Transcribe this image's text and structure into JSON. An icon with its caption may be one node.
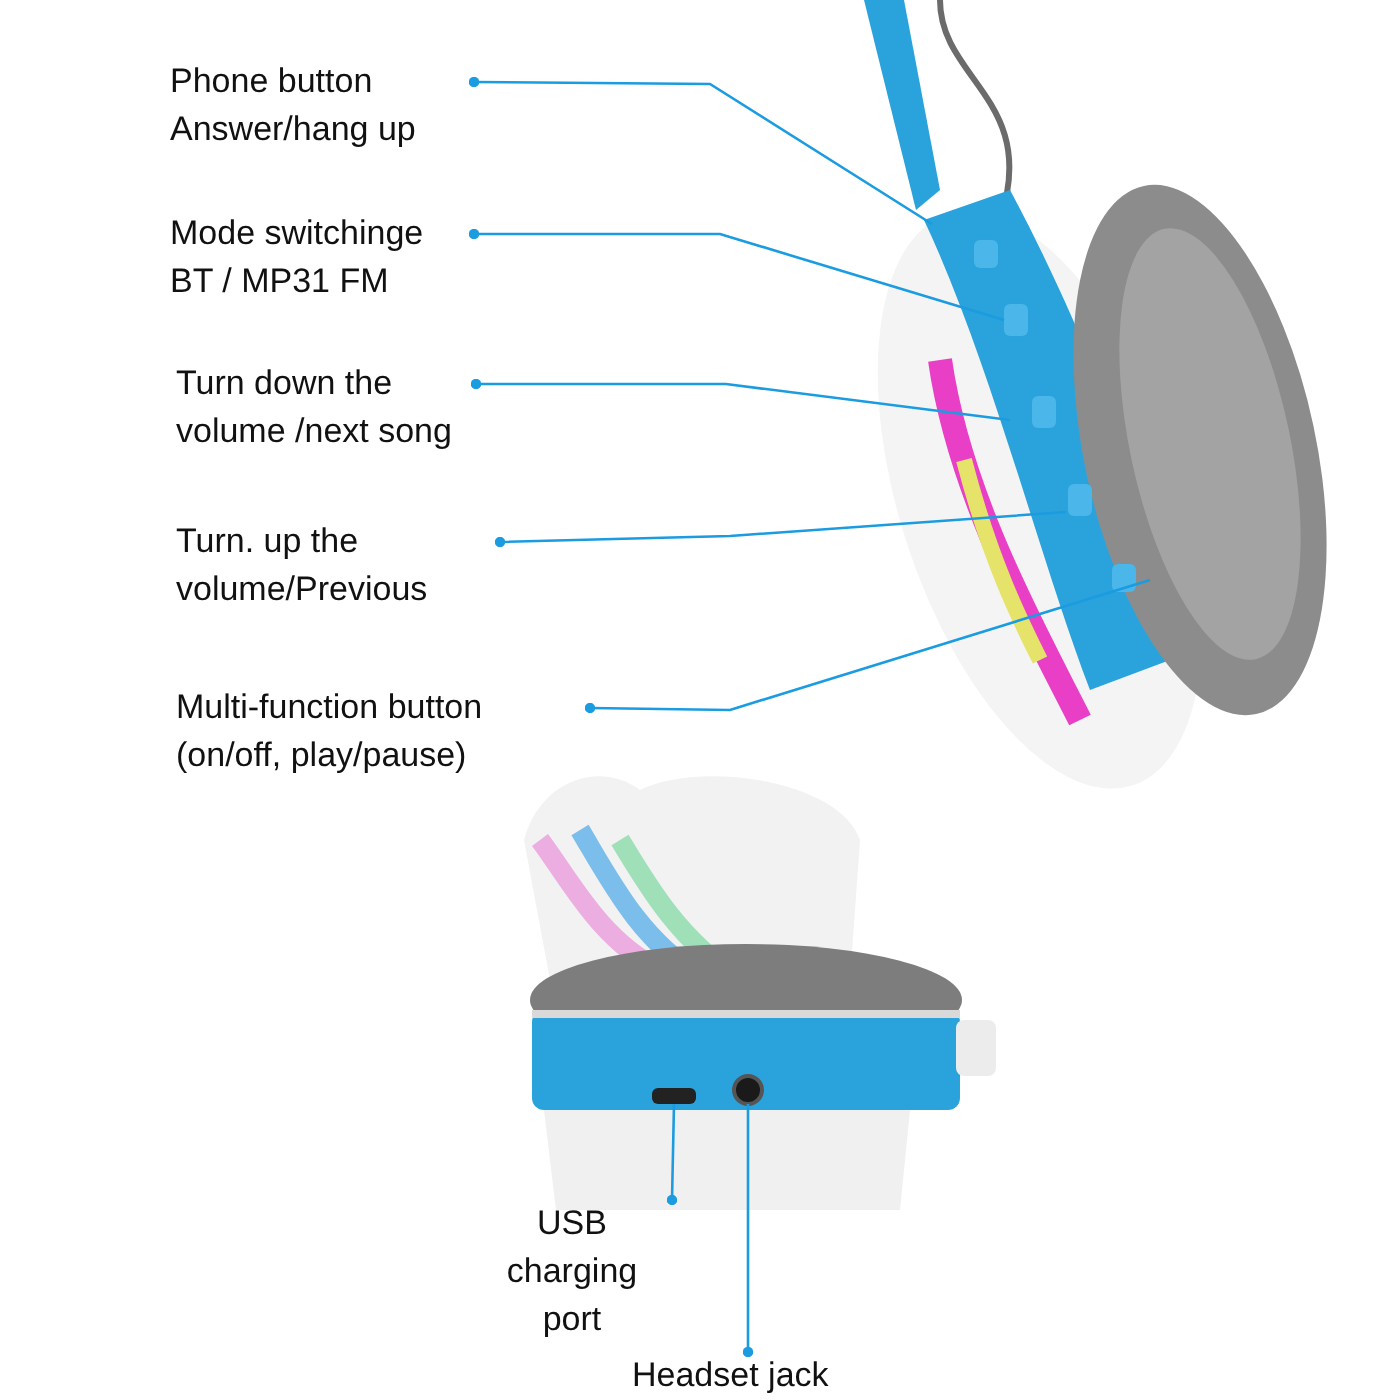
{
  "diagram": {
    "nodes": [
      {
        "text": [
          "Phone button Answer/hang up"
        ]
      },
      {
        "text": [
          "Mode switchinge BT / MP31 FM"
        ]
      },
      {
        "text": [
          "Turn down the volume /next song"
        ]
      },
      {
        "text": [
          "Turn. up the volume/Previous"
        ]
      },
      {
        "text": [
          "Multi-function button (on/off, play/pause)"
        ]
      },
      {
        "text": [
          "USB charging port"
        ]
      },
      {
        "text": [
          "Headset jack"
        ]
      },
      {
        "text": [],
        "shape": "box"
      },
      {
        "text": [],
        "shape": "circle"
      }
    ],
    "edges": [
      {
        "from": 0,
        "to": null,
        "arrow": "other"
      },
      {
        "from": 1,
        "to": null,
        "arrow": "other"
      },
      {
        "from": 2,
        "to": null,
        "arrow": "other"
      },
      {
        "from": 3,
        "to": null,
        "arrow": "other"
      },
      {
        "from": 4,
        "to": null,
        "arrow": "other"
      },
      {
        "from": 5,
        "to": 7,
        "arrow": "other"
      },
      {
        "from": 6,
        "to": 8,
        "arrow": "other"
      }
    ]
  }
}
